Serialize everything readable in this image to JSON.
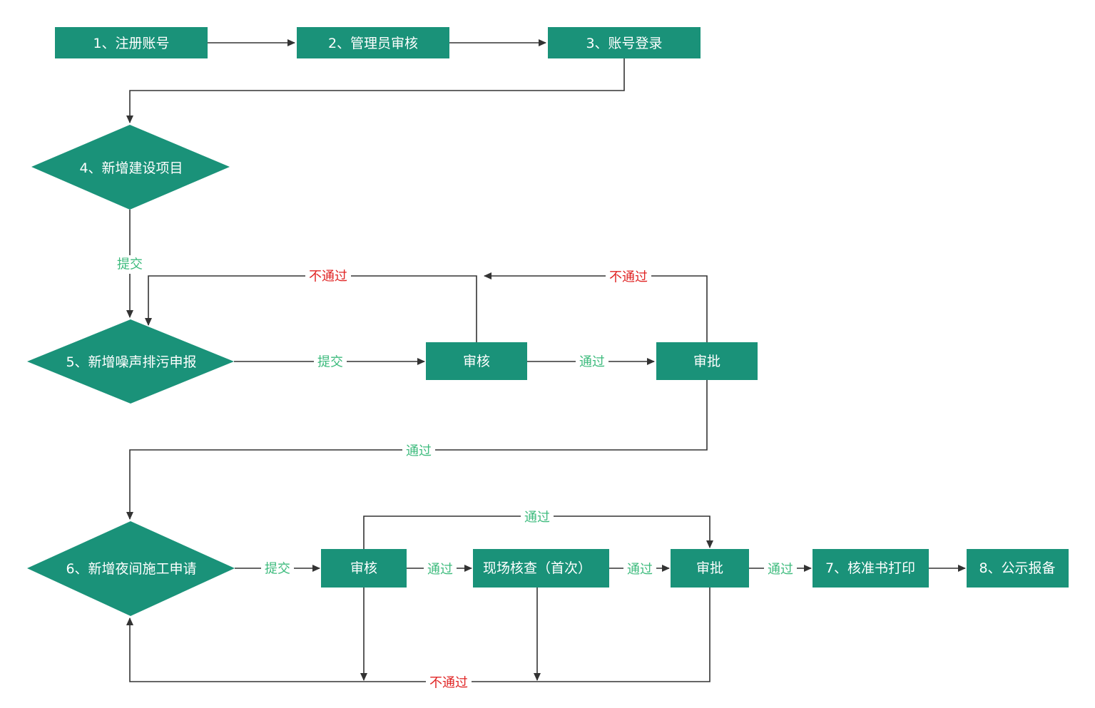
{
  "colors": {
    "node_fill": "#1a9279",
    "node_text": "#ffffff",
    "edge": "#333333",
    "pass_label": "#3dbb7d",
    "fail_label": "#e02424"
  },
  "nodes": {
    "register": "1、注册账号",
    "admin_review": "2、管理员审核",
    "login": "3、账号登录",
    "add_project": "4、新增建设项目",
    "add_noise_report": "5、新增噪声排污申报",
    "review_1": "审核",
    "approve_1": "审批",
    "add_night_construction": "6、新增夜间施工申请",
    "review_2": "审核",
    "site_check": "现场核查（首次）",
    "approve_2": "审批",
    "print_approval": "7、核准书打印",
    "publish": "8、公示报备"
  },
  "labels": {
    "submit": "提交",
    "pass": "通过",
    "fail": "不通过"
  }
}
